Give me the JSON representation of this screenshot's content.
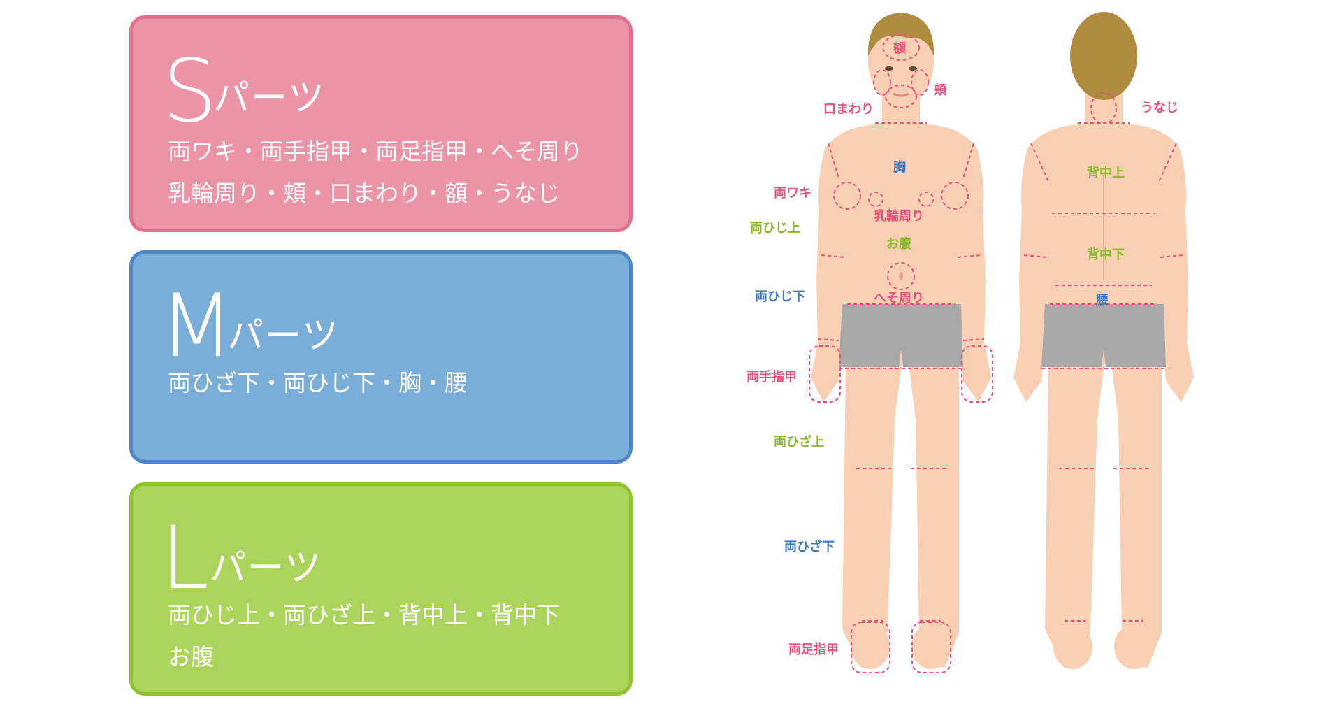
{
  "colors": {
    "s_fill": "#ea94a6",
    "s_border": "#e16f8b",
    "m_fill": "#7badd9",
    "m_border": "#4d86c6",
    "l_fill": "#acd45d",
    "l_border": "#8fc22e",
    "skin": "#f9d0b3",
    "hair": "#b08a3e",
    "shorts": "#a8a8a8",
    "label_pink": "#e8517a",
    "label_blue": "#3d78bf",
    "label_green": "#8ab82a",
    "dash": "#e8517a"
  },
  "cards": {
    "s": {
      "letter": "S",
      "parts": "パーツ",
      "lines": [
        "両ワキ・両手指甲・両足指甲・へそ周り",
        "乳輪周り・頬・口まわり・額・うなじ"
      ]
    },
    "m": {
      "letter": "M",
      "parts": "パーツ",
      "lines": [
        "両ひざ下・両ひじ下・胸・腰"
      ]
    },
    "l": {
      "letter": "L",
      "parts": "パーツ",
      "lines": [
        "両ひじ上・両ひざ上・背中上・背中下",
        "お腹"
      ]
    }
  },
  "diagram": {
    "front": {
      "forehead": "額",
      "cheek": "頬",
      "mouth": "口まわり",
      "chest": "胸",
      "underarm": "両ワキ",
      "areola": "乳輪周り",
      "upper_arm": "両ひじ上",
      "belly": "お腹",
      "forearm": "両ひじ下",
      "navel": "へそ周り",
      "hand": "両手指甲",
      "thigh": "両ひざ上",
      "lower_leg": "両ひざ下",
      "foot": "両足指甲"
    },
    "back": {
      "nape": "うなじ",
      "upper_back": "背中上",
      "lower_back": "背中下",
      "waist": "腰"
    }
  }
}
